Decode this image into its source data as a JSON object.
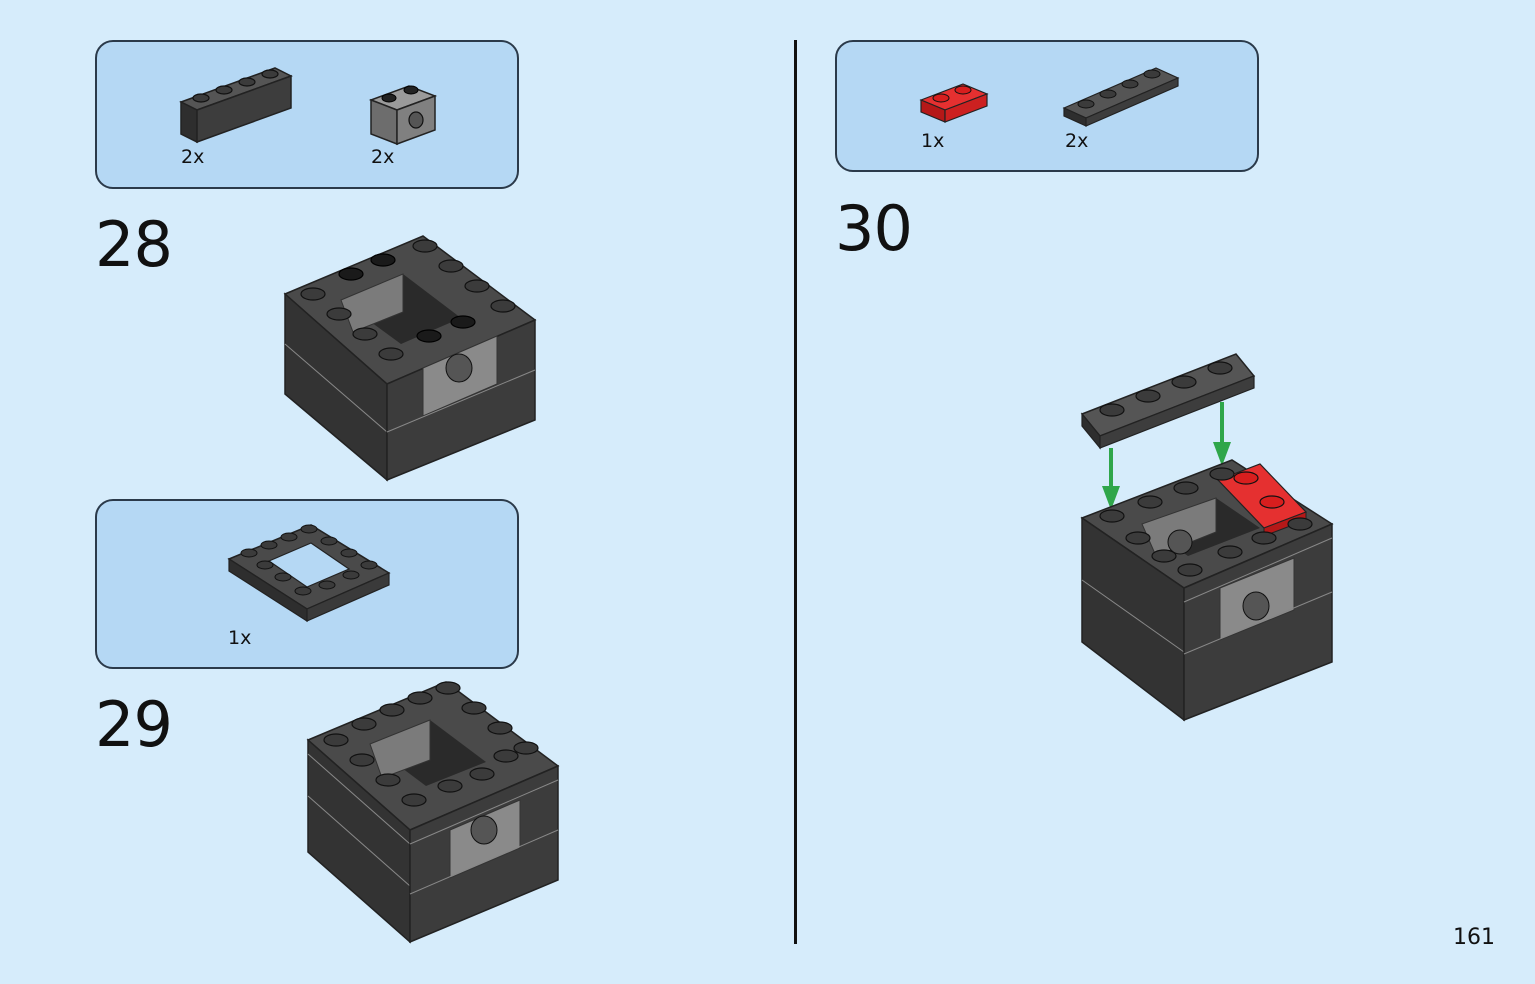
{
  "steps": [
    {
      "number": "28",
      "parts": [
        {
          "name": "black-brick-1x4",
          "qty": "2x",
          "color": "#3b3b3b"
        },
        {
          "name": "gray-technic-brick-1x2",
          "qty": "2x",
          "color": "#7d7d7d"
        }
      ]
    },
    {
      "number": "29",
      "parts": [
        {
          "name": "black-plate-4x4-open-center",
          "qty": "1x",
          "color": "#3b3b3b"
        }
      ]
    },
    {
      "number": "30",
      "parts": [
        {
          "name": "red-plate-1x2",
          "qty": "1x",
          "color": "#d81e1e"
        },
        {
          "name": "black-plate-1x4",
          "qty": "2x",
          "color": "#3b3b3b"
        }
      ]
    }
  ],
  "page": {
    "number": "161"
  },
  "colors": {
    "background": "#d6ecfb",
    "parts_box": "#b5d8f4",
    "black_brick": "#3b3b3b",
    "gray_brick": "#7d7d7d",
    "red_brick": "#d81e1e",
    "arrow": "#2fa64a"
  }
}
